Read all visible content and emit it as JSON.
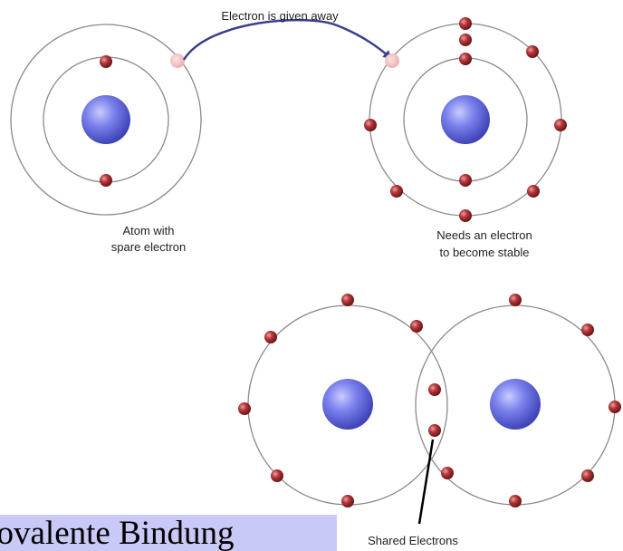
{
  "labels": {
    "electron_given_away": "Electron is given away",
    "atom_with_spare_line1": "Atom with",
    "atom_with_spare_line2": "spare electron",
    "needs_electron_line1": "Needs an electron",
    "needs_electron_line2": "to become stable",
    "shared_electrons": "Shared Electrons"
  },
  "caption": "kovalente Bindung",
  "colors": {
    "orbit": "#8a8a8a",
    "nucleus": "#5f66e0",
    "electron": "#a3262c",
    "arrow": "#3a3f8f",
    "given_electron": "#f2c1c4",
    "caption_bg": "#c9c9f7"
  }
}
